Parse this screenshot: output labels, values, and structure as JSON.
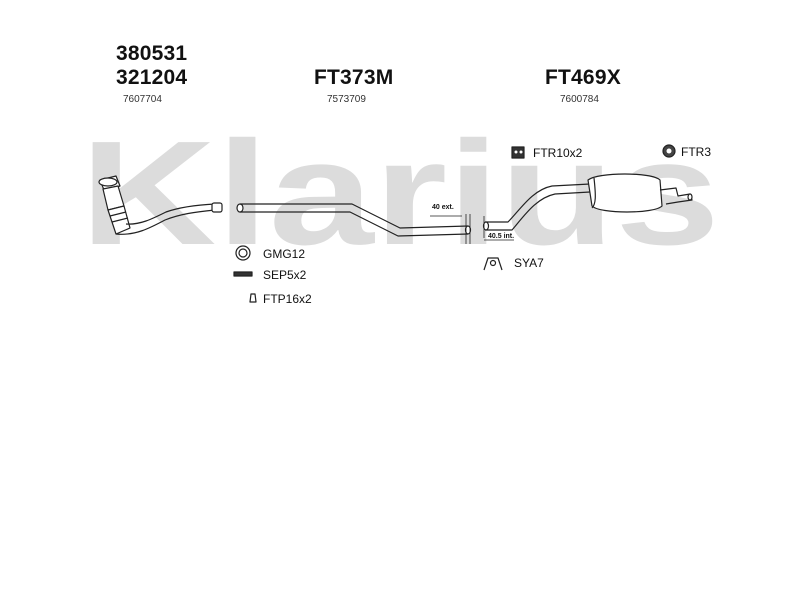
{
  "watermark": {
    "text": "Klarius",
    "color": "#dcdcdc"
  },
  "columns": [
    {
      "codes": [
        "380531",
        "321204"
      ],
      "ref": "7607704"
    },
    {
      "codes": [
        "FT373M"
      ],
      "ref": "7573709"
    },
    {
      "codes": [
        "FT469X"
      ],
      "ref": "7600784"
    }
  ],
  "fittings": {
    "gasket": "GMG12",
    "stud": "SEP5x2",
    "nut": "FTP16x2",
    "bracket": "SYA7",
    "rubber_mount": "FTR10x2",
    "rubber_ring": "FTR3"
  },
  "dimensions": {
    "external": "40 ext.",
    "internal": "40.5 int."
  }
}
